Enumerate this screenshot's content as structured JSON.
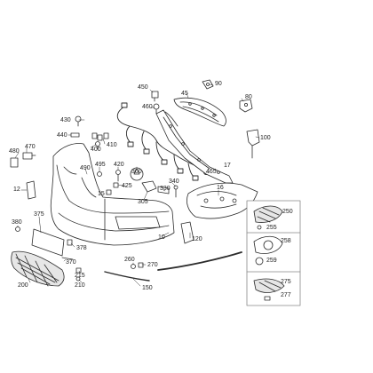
{
  "diagram": {
    "colors": {
      "line": "#2b2b2b",
      "fill": "#ffffff",
      "shade": "#d9d9d9",
      "dark": "#555555"
    },
    "labels": {
      "c450": "450",
      "c90": "90",
      "c45": "45",
      "c80": "80",
      "c460": "460",
      "c430": "430",
      "c440": "440",
      "c410": "410",
      "c400": "400",
      "c100": "100",
      "c470": "470",
      "c480": "480",
      "c490": "490",
      "c495": "495",
      "c420": "420",
      "c300": "300",
      "c465": "465",
      "c17": "17",
      "c425": "425",
      "c340": "340",
      "c12": "12",
      "c15": "15",
      "c305": "305",
      "c330": "330",
      "c16": "16",
      "c250": "250",
      "c375": "375",
      "c380": "380",
      "c255": "255",
      "c258": "258",
      "c10": "10",
      "c120": "120",
      "c378": "378",
      "c259": "259",
      "c260": "260",
      "c270": "270",
      "c370": "370",
      "c215": "215",
      "c275": "275",
      "c200": "200",
      "c210": "210",
      "c150": "150",
      "c277": "277"
    }
  }
}
